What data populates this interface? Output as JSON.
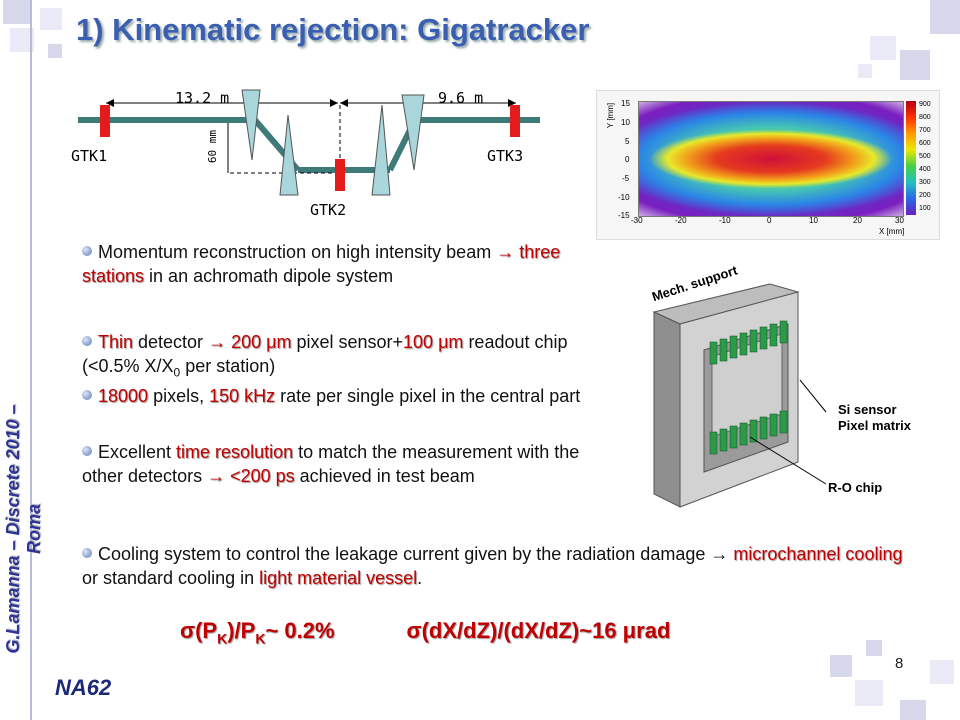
{
  "slide": {
    "title": "1) Kinematic rejection: Gigatracker",
    "side_text": "G.Lamanna – Discrete 2010 – Roma",
    "page_number": "8",
    "logo_text": "NA62"
  },
  "diagram": {
    "dist_left": "13.2 m",
    "dist_right": "9.6 m",
    "offset": "60 mm",
    "stations": [
      "GTK1",
      "GTK2",
      "GTK3"
    ]
  },
  "heatmap": {
    "y_axis_label": "Y [mm]",
    "x_axis_label": "X [mm]",
    "x_ticks": [
      "-30",
      "-20",
      "-10",
      "0",
      "10",
      "20",
      "30"
    ],
    "y_ticks": [
      "15",
      "10",
      "5",
      "0",
      "-5",
      "-10",
      "-15"
    ],
    "scale_ticks": [
      "900",
      "800",
      "700",
      "600",
      "500",
      "400",
      "300",
      "200",
      "100"
    ]
  },
  "module": {
    "label_support": "Mech. support",
    "label_sensor_1": "Si sensor",
    "label_sensor_2": "Pixel matrix",
    "label_chip": "R-O chip"
  },
  "bullets": {
    "b1": [
      "Momentum reconstruction on high intensity beam ",
      "→ three stations",
      " in an achromath dipole system"
    ],
    "b2": [
      "Thin",
      " detector ",
      "→ 200 μm",
      " pixel sensor+",
      "100 μm",
      " readout chip (<0.5% X/X",
      "0",
      " per station)"
    ],
    "b3": [
      "18000",
      " pixels, ",
      "150 kHz",
      " rate per single pixel in the central part"
    ],
    "b4": [
      "Excellent ",
      "time resolution",
      " to match the measurement with the other detectors ",
      "→ <200 ps",
      " achieved in test beam"
    ],
    "b5": [
      "Cooling system to control the leakage current given by the radiation damage ",
      "→ ",
      "microchannel cooling",
      " or standard cooling in ",
      "light material vessel",
      "."
    ]
  },
  "formula": {
    "f1_sigma": "σ",
    "f1_a": "(P",
    "f1_sub1": "K",
    "f1_b": ")/P",
    "f1_sub2": "K",
    "f1_c": "~ 0.2%",
    "f2_sigma": "σ",
    "f2_a": "(dX/dZ)/(dX/dZ)~16 ",
    "f2_mu": "μ",
    "f2_b": "rad"
  }
}
